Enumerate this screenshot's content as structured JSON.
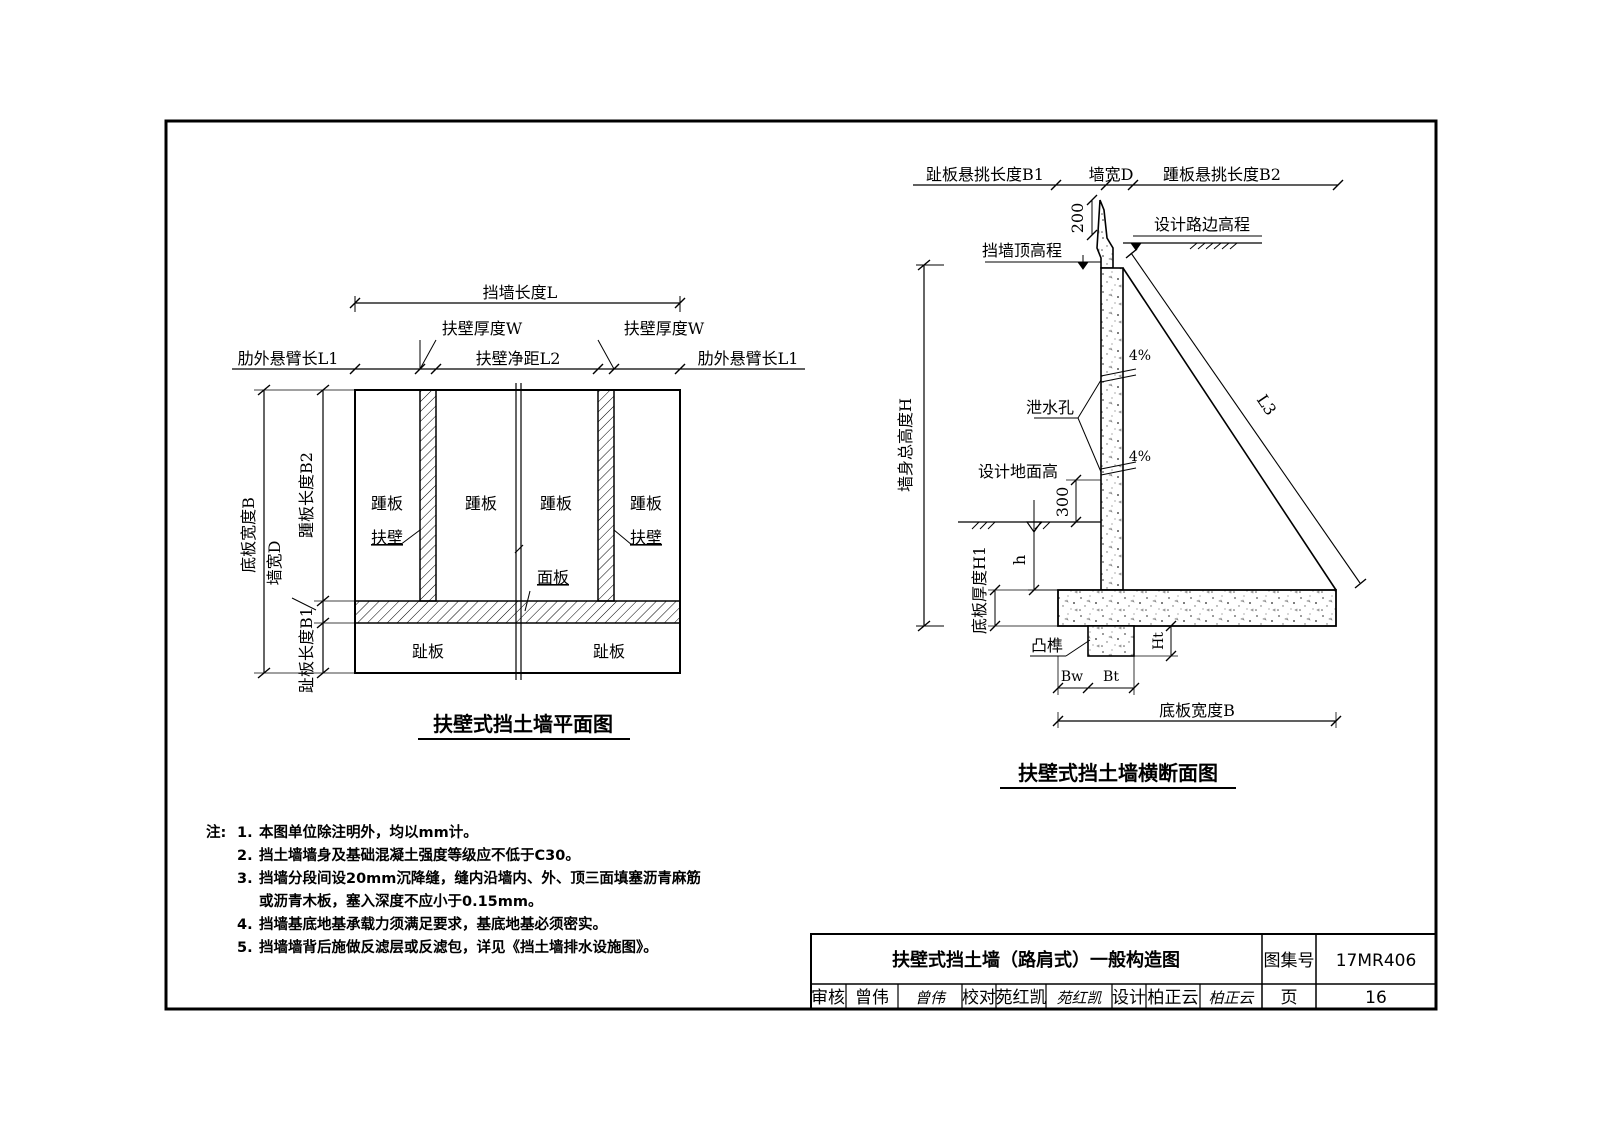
{
  "plan": {
    "title": "扶壁式挡土墙平面图",
    "wall_length": "挡墙长度L",
    "buttress_thickness_left": "扶壁厚度W",
    "buttress_thickness_right": "扶壁厚度W",
    "overhang_left": "肋外悬臂长L1",
    "clear_spacing": "扶壁净距L2",
    "overhang_right": "肋外悬臂长L1",
    "base_width": "底板宽度B",
    "heel_length": "踵板长度B2",
    "wall_width": "墙宽D",
    "toe_length": "趾板长度B1",
    "heel_plate_1": "踵板",
    "heel_plate_2": "踵板",
    "heel_plate_3": "踵板",
    "heel_plate_4": "踵板",
    "buttress_left": "扶壁",
    "buttress_right": "扶壁",
    "face_plate": "面板",
    "toe_plate_left": "趾板",
    "toe_plate_right": "趾板"
  },
  "section": {
    "title": "扶壁式挡土墙横断面图",
    "toe_overhang": "趾板悬挑长度B1",
    "wall_width": "墙宽D",
    "heel_overhang": "踵板悬挑长度B2",
    "dim_200": "200",
    "design_road_elev": "设计路边高程",
    "wall_top_elev": "挡墙顶高程",
    "total_height": "墙身总高度H",
    "slope_4pct_upper": "4%",
    "drain_hole": "泄水孔",
    "slope_4pct_lower": "4%",
    "l3": "L3",
    "design_ground": "设计地面高",
    "dim_300": "300",
    "h": "h",
    "base_thickness": "底板厚度H1",
    "tenon": "凸榫",
    "ht": "Ht",
    "bw": "Bw",
    "bt": "Bt",
    "base_width": "底板宽度B"
  },
  "notes": {
    "prefix": "注:",
    "items": [
      {
        "num": "1.",
        "text": "本图单位除注明外，均以mm计。"
      },
      {
        "num": "2.",
        "text": "挡土墙墙身及基础混凝土强度等级应不低于C30。"
      },
      {
        "num": "3.",
        "text": "挡墙分段间设20mm沉降缝，缝内沿墙内、外、顶三面填塞沥青麻筋"
      },
      {
        "num": "",
        "text": "或沥青木板，塞入深度不应小于0.15mm。"
      },
      {
        "num": "4.",
        "text": "挡墙基底地基承载力须满足要求，基底地基必须密实。"
      },
      {
        "num": "5.",
        "text": "挡墙墙背后施做反滤层或反滤包，详见《挡土墙排水设施图》。"
      }
    ]
  },
  "title_block": {
    "drawing_title": "扶壁式挡土墙（路肩式）一般构造图",
    "atlas_label": "图集号",
    "atlas_number": "17MR406",
    "review_label": "审核",
    "reviewer": "曾伟",
    "check_label": "校对",
    "checker": "苑红凯",
    "design_label": "设计",
    "designer": "柏正云",
    "page_label": "页",
    "page_number": "16"
  }
}
